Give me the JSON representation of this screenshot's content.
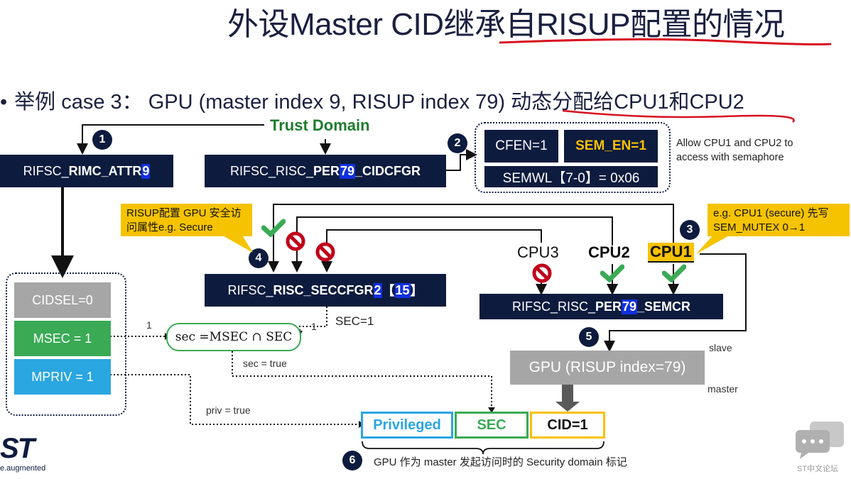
{
  "title": "外设Master CID继承自RISUP配置的情况",
  "subtitle": {
    "bullet": "•",
    "text": "举例 case 3： GPU (master index 9, RISUP index 79) 动态分配给CPU1和CPU2"
  },
  "trust_domain": "Trust Domain",
  "steps": [
    "1",
    "2",
    "3",
    "4",
    "5",
    "6"
  ],
  "rimc": {
    "prefix": "RIFSC_",
    "name": "RIMC_ATTR",
    "index": "9"
  },
  "cidcfgr": {
    "prefix": "RIFSC_RISC_",
    "name": "PER",
    "index": "79",
    "suffix": "_CIDCFGR"
  },
  "cfg_box": {
    "cfen": "CFEN=1",
    "sem_en": "SEM_EN=1",
    "semwl": "SEMWL【7-0】= 0x06"
  },
  "allow_note": "Allow CPU1 and CPU2 to access with semaphore",
  "risup_callout": "RISUP配置 GPU 安全访问属性e.g. Secure",
  "cpu1_callout": "e.g. CPU1 (secure) 先写SEM_MUTEX 0→1",
  "seccfgr": {
    "prefix": "RIFSC_",
    "name": "RISC_SECCFGR",
    "index": "2",
    "bracket_open": "【",
    "bit": "15",
    "bracket_close": "】"
  },
  "cpus": {
    "cpu3": "CPU3",
    "cpu2": "CPU2",
    "cpu1": "CPU1"
  },
  "semcr": {
    "prefix": "RIFSC_RISC_",
    "name": "PER",
    "index": "79",
    "suffix": "_SEMCR"
  },
  "master_attrs": {
    "cidsel": "CIDSEL=0",
    "msec": "MSEC = 1",
    "mpriv": "MPRIV = 1"
  },
  "sec_formula": "sec =MSEC ∩ SEC",
  "labels": {
    "one_left": "1",
    "one_right": "1",
    "sec_eq": "SEC=1",
    "sec_true": "sec = true",
    "priv_true": "priv = true",
    "slave": "slave",
    "master": "master"
  },
  "gpu": "GPU (RISUP index=79)",
  "flags": {
    "privileged": "Privileged",
    "sec": "SEC",
    "cid": "CID=1"
  },
  "footnote": "GPU 作为 master 发起访问时的 Security domain 标记",
  "logo": {
    "mark": "ST",
    "tagline": "e.augmented"
  },
  "forum": "ST中文论坛",
  "colors": {
    "navy": "#0d1b3e",
    "yellow": "#f6c300",
    "green": "#3aaa55",
    "blue": "#2aa6e0",
    "gray": "#a6a6a6",
    "red": "#c0001b",
    "check": "#3aaa55"
  }
}
